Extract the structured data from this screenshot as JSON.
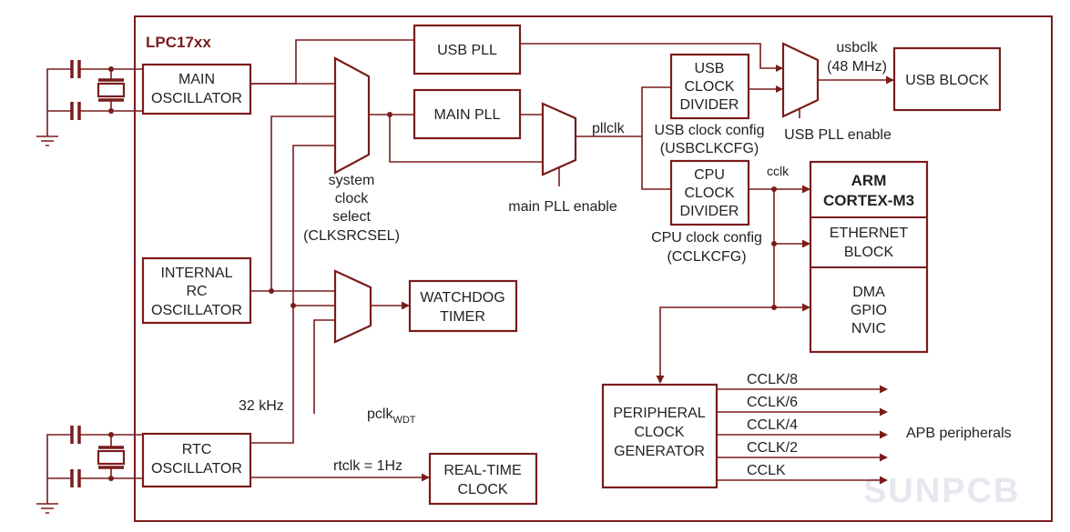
{
  "chip_label": "LPC17xx",
  "blocks": {
    "main_osc": [
      "MAIN",
      "OSCILLATOR"
    ],
    "usb_pll": [
      "USB PLL"
    ],
    "main_pll": [
      "MAIN PLL"
    ],
    "usb_clock_divider": [
      "USB",
      "CLOCK",
      "DIVIDER"
    ],
    "cpu_clock_divider": [
      "CPU",
      "CLOCK",
      "DIVIDER"
    ],
    "usb_block": [
      "USB BLOCK"
    ],
    "arm_core": [
      "ARM",
      "CORTEX-M3"
    ],
    "ethernet": [
      "ETHERNET",
      "BLOCK"
    ],
    "dma_gpio": [
      "DMA",
      "GPIO",
      "NVIC"
    ],
    "internal_rc": [
      "INTERNAL",
      "RC",
      "OSCILLATOR"
    ],
    "watchdog": [
      "WATCHDOG",
      "TIMER"
    ],
    "rtc_osc": [
      "RTC",
      "OSCILLATOR"
    ],
    "real_time_clock": [
      "REAL-TIME",
      "CLOCK"
    ],
    "peripheral_clock_gen": [
      "PERIPHERAL",
      "CLOCK",
      "GENERATOR"
    ]
  },
  "labels": {
    "system_clock_select": [
      "system",
      "clock",
      "select",
      "(CLKSRCSEL)"
    ],
    "main_pll_enable": "main PLL enable",
    "pllclk": "pllclk",
    "usb_clock_config": [
      "USB clock config",
      "(USBCLKCFG)"
    ],
    "usbclk": [
      "usbclk",
      "(48 MHz)"
    ],
    "usb_pll_enable": "USB PLL enable",
    "cclk": "cclk",
    "cpu_clock_config": [
      "CPU clock config",
      "(CCLKCFG)"
    ],
    "freq_32khz": "32 kHz",
    "pclk_wdt": "pclk",
    "pclk_wdt_sub": "WDT",
    "rtclk": "rtclk = 1Hz",
    "apb_peripherals": "APB peripherals",
    "watermark": "SUNPCB"
  },
  "apb_clocks": [
    "CCLK/8",
    "CCLK/6",
    "CCLK/4",
    "CCLK/2",
    "CCLK"
  ],
  "colors": {
    "line": "#7a1c1c",
    "text": "#222222",
    "watermark": "#e6e8ef"
  }
}
